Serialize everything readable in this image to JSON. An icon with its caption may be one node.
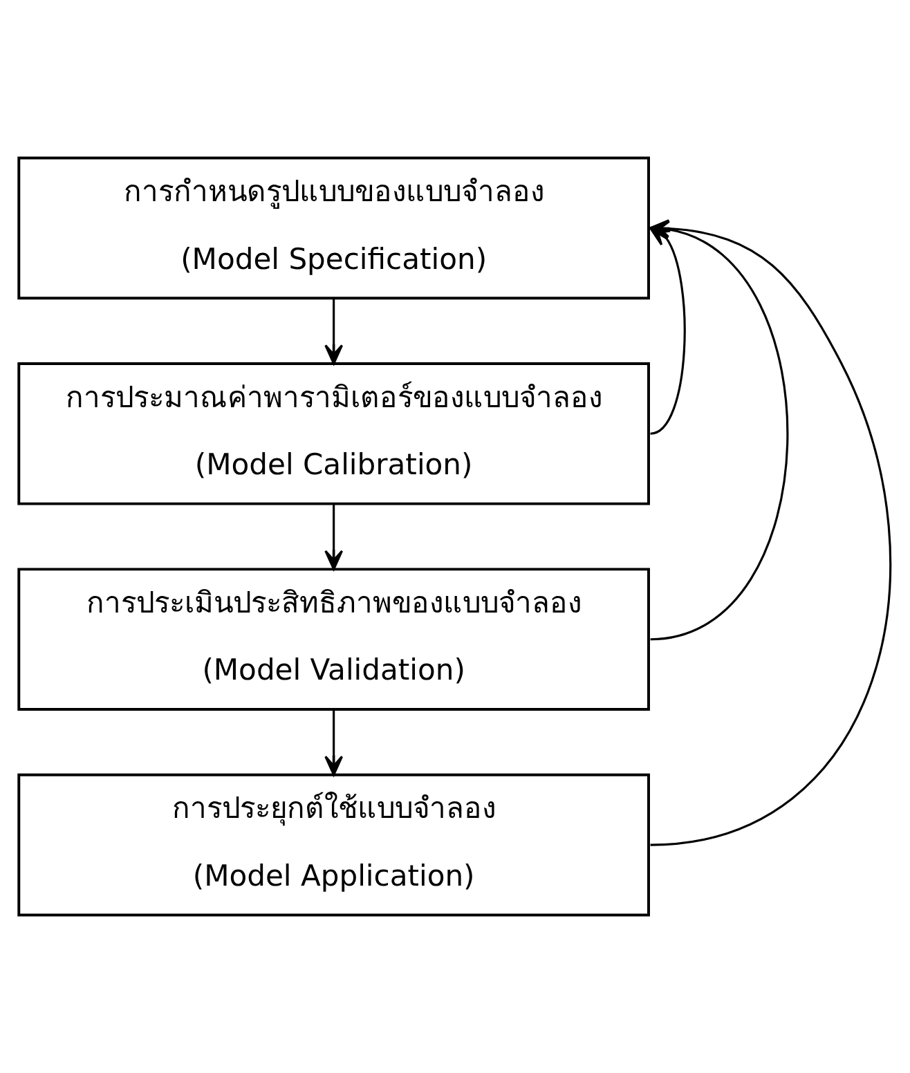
{
  "diagram": {
    "nodes": [
      {
        "text": [
          "การกำหนดรูปแบบของแบบจำลอง",
          "(Model Specification)"
        ]
      },
      {
        "text": [
          "การประมาณค่าพารามิเตอร์ของแบบจำลอง",
          "(Model Calibration)"
        ]
      },
      {
        "text": [
          "การประเมินประสิทธิภาพของแบบจำลอง",
          "(Model Validation)"
        ]
      },
      {
        "text": [
          "การประยุกต์ใช้แบบจำลอง",
          "(Model Application)"
        ]
      }
    ],
    "edges": [
      {
        "from": 0,
        "to": 1,
        "arrow": "to"
      },
      {
        "from": 1,
        "to": 2,
        "arrow": "to"
      },
      {
        "from": 2,
        "to": 3,
        "arrow": "to"
      },
      {
        "from": 1,
        "to": 0,
        "arrow": "to"
      },
      {
        "from": 2,
        "to": 0,
        "arrow": "to"
      },
      {
        "from": 3,
        "to": 0,
        "arrow": "to"
      }
    ]
  }
}
